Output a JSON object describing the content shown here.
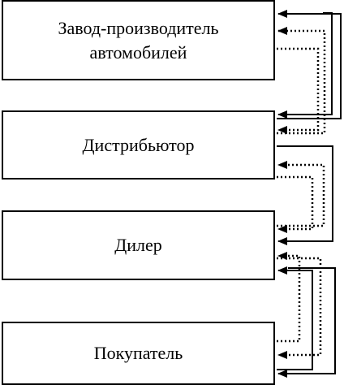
{
  "nodes": [
    {
      "id": "factory",
      "label_line1": "Завод-производитель",
      "label_line2": "автомобилей"
    },
    {
      "id": "distributor",
      "label": "Дистрибьютор"
    },
    {
      "id": "dealer",
      "label": "Дилер"
    },
    {
      "id": "buyer",
      "label": "Покупатель"
    }
  ],
  "edges": [
    {
      "from": "distributor",
      "to": "factory",
      "style": "solid"
    },
    {
      "from": "distributor",
      "to": "factory",
      "style": "dotted"
    },
    {
      "from": "factory",
      "to": "distributor",
      "style": "solid"
    },
    {
      "from": "factory",
      "to": "distributor",
      "style": "dotted"
    },
    {
      "from": "dealer",
      "to": "distributor",
      "style": "dotted"
    },
    {
      "from": "distributor",
      "to": "dealer",
      "style": "solid"
    },
    {
      "from": "distributor",
      "to": "dealer",
      "style": "dotted"
    },
    {
      "from": "buyer",
      "to": "dealer",
      "style": "solid"
    },
    {
      "from": "buyer",
      "to": "dealer",
      "style": "dotted"
    },
    {
      "from": "dealer",
      "to": "buyer",
      "style": "dotted"
    },
    {
      "from": "dealer",
      "to": "buyer",
      "style": "solid"
    }
  ]
}
